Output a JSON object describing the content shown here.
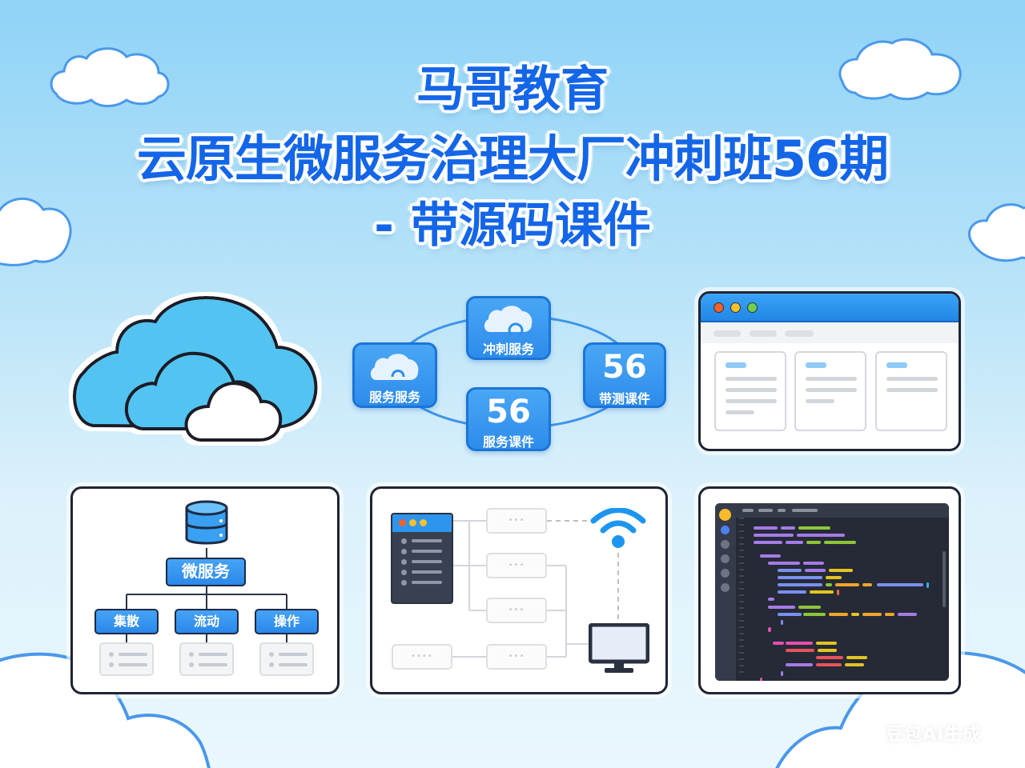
{
  "title": {
    "line1": "马哥教育",
    "line2": "云原生微服务治理大厂冲刺班56期",
    "line3": "- 带源码课件"
  },
  "colors": {
    "title_text": "#1466e8",
    "accent_blue": "#2d8ceb",
    "panel_border": "#1f2433",
    "sky_top": "#8fd3f7",
    "sky_bottom": "#eaf7fd"
  },
  "hub": {
    "nodes": [
      {
        "icon": "cloud-icon",
        "label": "冲刺服务"
      },
      {
        "icon": "cloud-icon",
        "label": "服务服务"
      },
      {
        "number": "56",
        "label": "带测课件"
      },
      {
        "number": "56",
        "label": "服务课件"
      }
    ]
  },
  "org_chart": {
    "root_icon": "database-icon",
    "root_label": "微服务",
    "children": [
      {
        "label": "集散"
      },
      {
        "label": "流动"
      },
      {
        "label": "操作"
      }
    ]
  },
  "network": {
    "box_label": "•••",
    "box_label_wide": "••••"
  },
  "watermark": "豆包AI生成"
}
